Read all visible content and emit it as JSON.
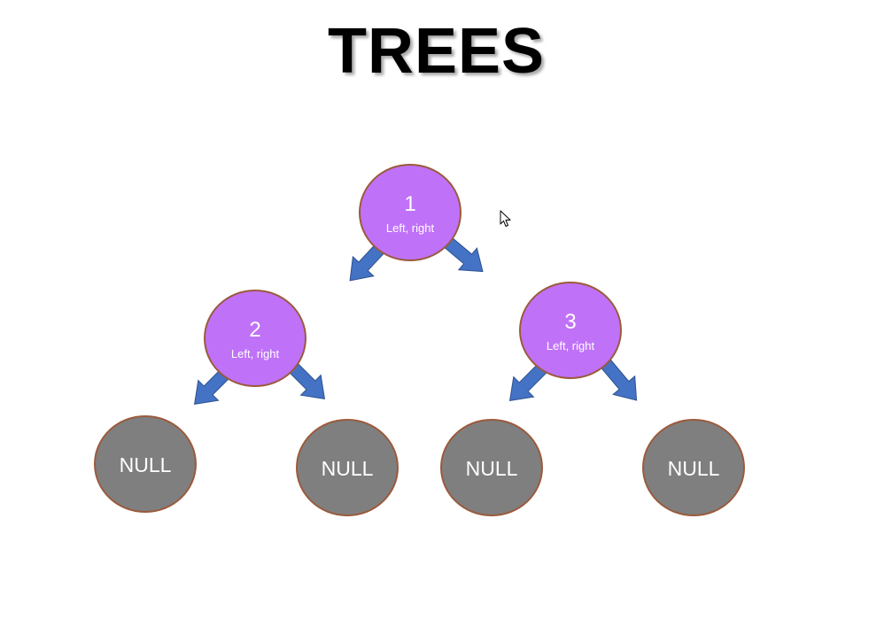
{
  "title": "TREES",
  "colors": {
    "node_fill": "#bf72f7",
    "null_fill": "#7f7f7f",
    "node_border": "#9b5a3c",
    "arrow": "#4472c4",
    "arrow_border": "#2f528f"
  },
  "nodes": [
    {
      "value": "1",
      "label": "Left, right"
    },
    {
      "value": "2",
      "label": "Left, right"
    },
    {
      "value": "3",
      "label": "Left, right"
    }
  ],
  "null_nodes": [
    {
      "label": "NULL"
    },
    {
      "label": "NULL"
    },
    {
      "label": "NULL"
    },
    {
      "label": "NULL"
    }
  ],
  "icons": {
    "cursor": "mouse-pointer-icon",
    "arrow": "arrow-down-icon"
  }
}
